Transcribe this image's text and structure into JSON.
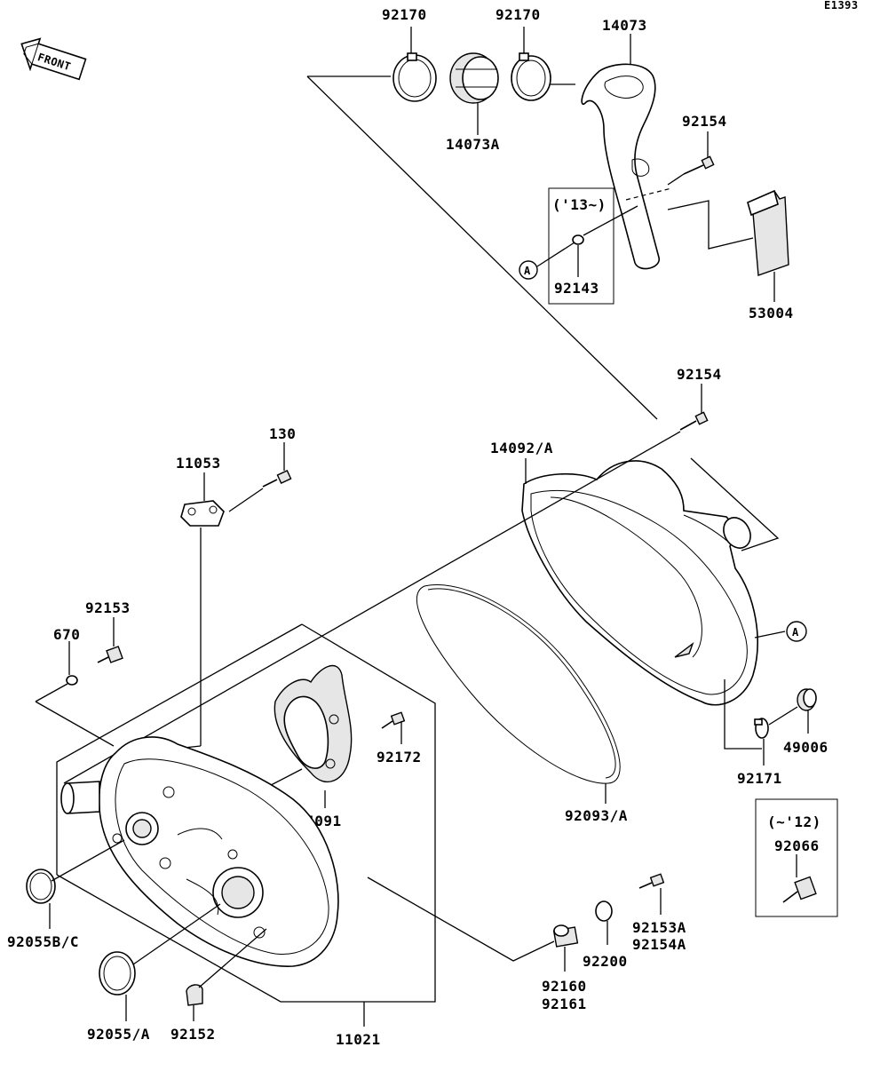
{
  "diagram_code": "E1393",
  "front_label": "FRONT",
  "callout_ref": "A",
  "year_ranges": {
    "from_13": "('13~)",
    "to_12": "(~'12)"
  },
  "parts": {
    "clamp_1": "92170",
    "clamp_2": "92170",
    "duct": "14073",
    "duct_sleeve": "14073A",
    "bolt_top": "92154",
    "washer": "92143",
    "label_plate": "53004",
    "bolt_cover": "92154",
    "outer_cover": "14092/A",
    "bolt_130": "130",
    "bracket": "11053",
    "screw": "92153",
    "oring_670": "670",
    "plate": "14091",
    "bolt_92172": "92172",
    "gasket": "92093/A",
    "cap": "49006",
    "clamp_small": "92171",
    "sensor": "92066",
    "seal_large": "92055B/C",
    "seal_small": "92055/A",
    "plug": "92152",
    "inner_cover": "11021",
    "grommet_a": "92160",
    "grommet_b": "92161",
    "washer_2": "92200",
    "bolt_a": "92153A",
    "bolt_b": "92154A"
  }
}
